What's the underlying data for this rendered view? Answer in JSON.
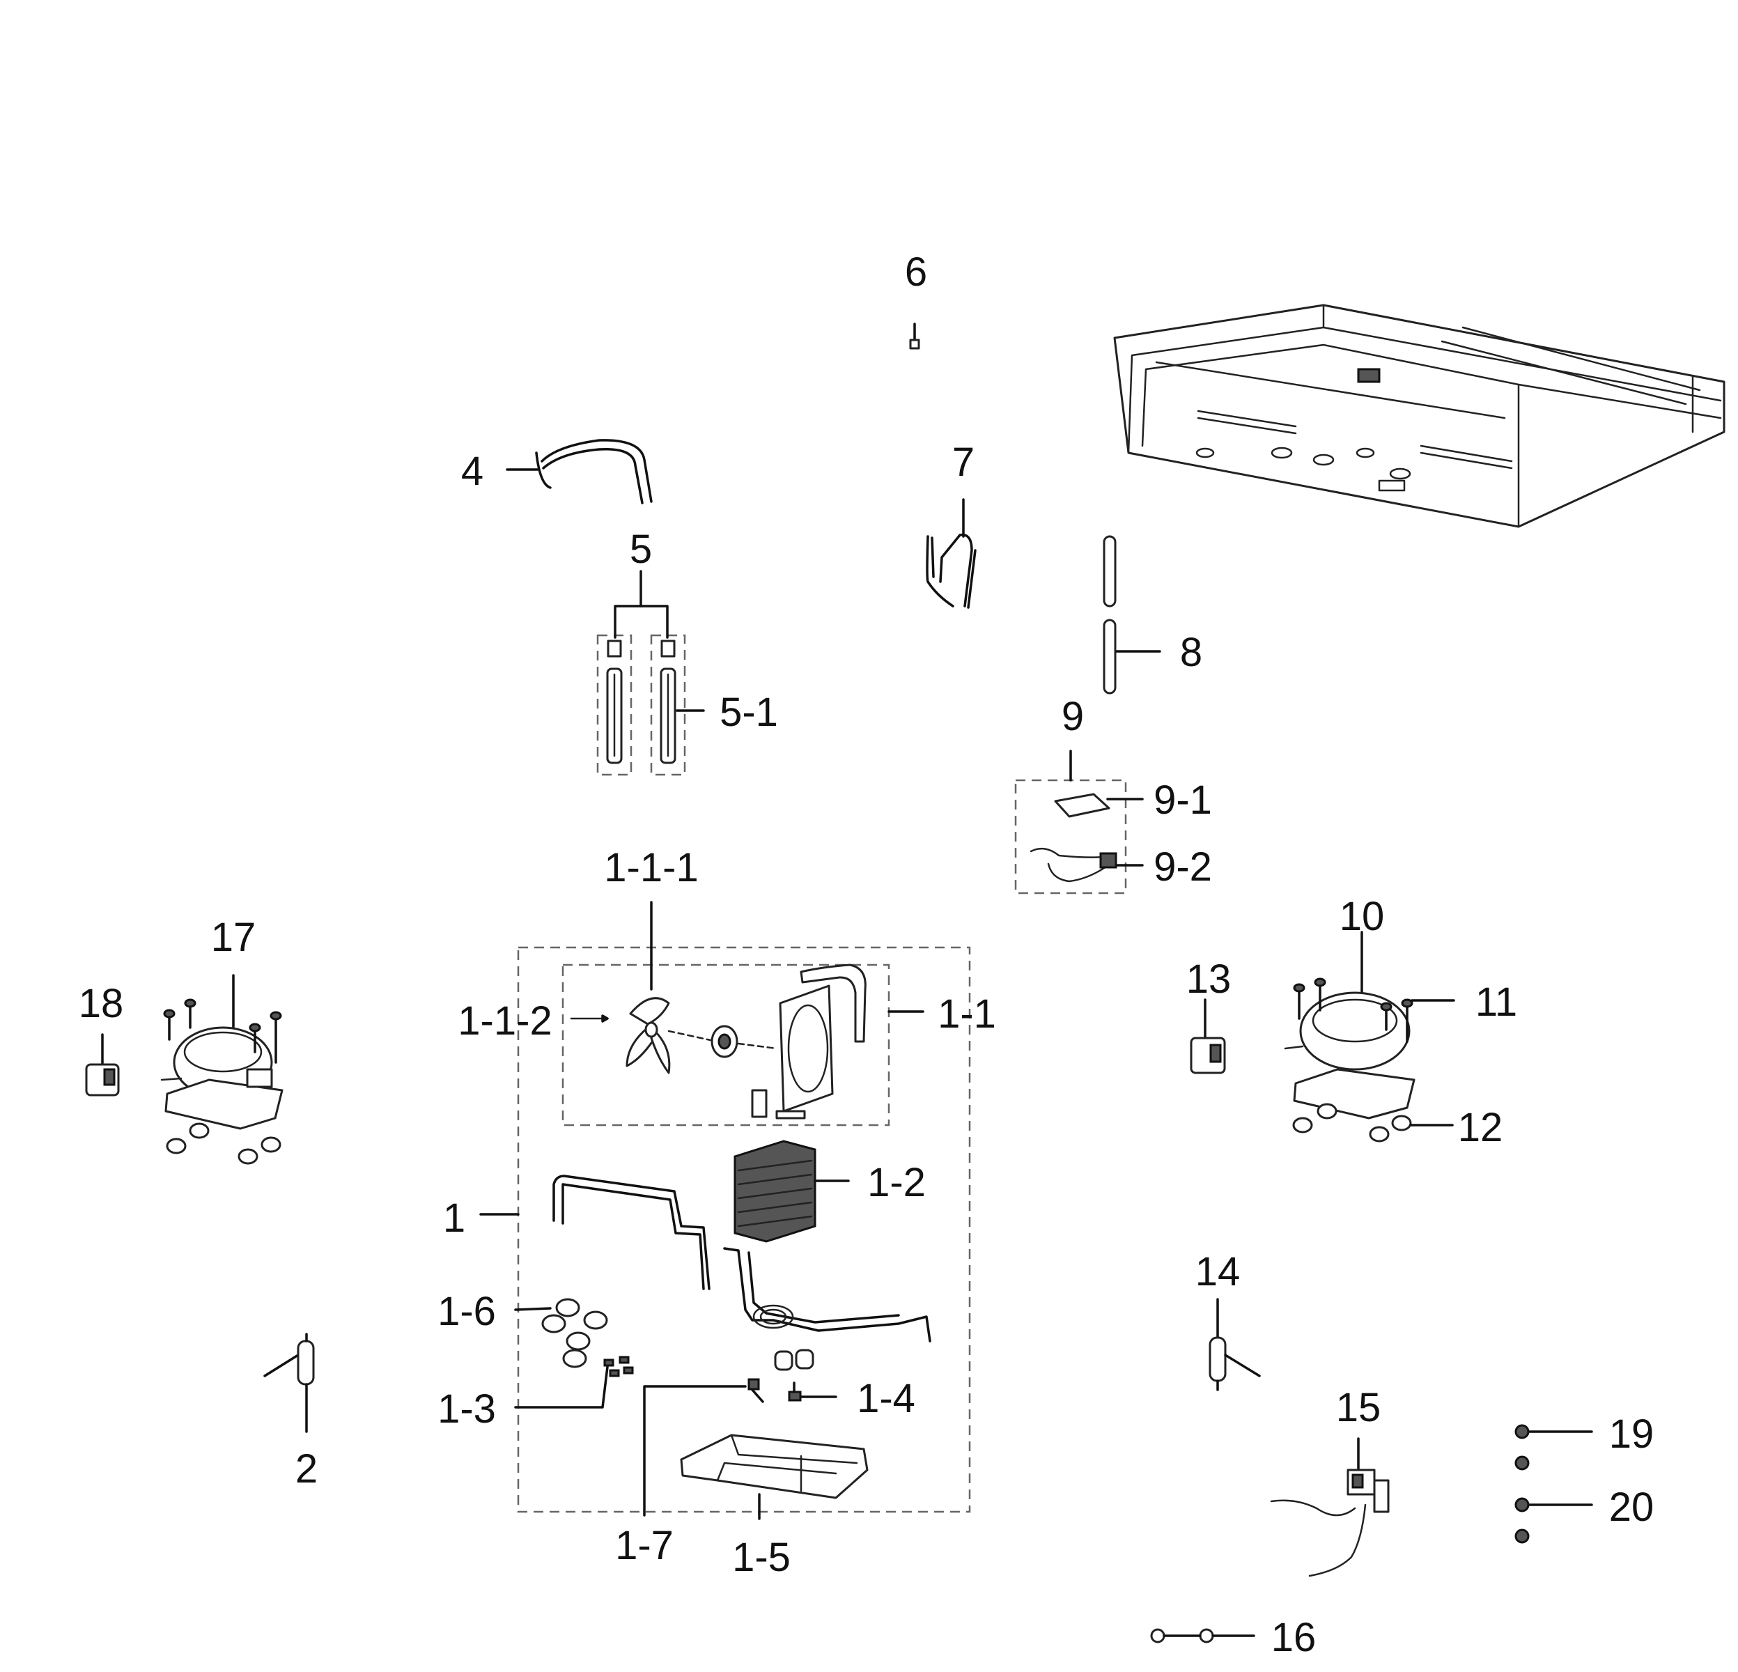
{
  "labels": {
    "p6": "6",
    "p4": "4",
    "p7": "7",
    "p5": "5",
    "p5_1": "5-1",
    "p8": "8",
    "p9": "9",
    "p9_1": "9-1",
    "p9_2": "9-2",
    "p1_1_1": "1-1-1",
    "p1_1_2": "1-1-2",
    "p1_1": "1-1",
    "p17": "17",
    "p18": "18",
    "p10": "10",
    "p13": "13",
    "p11": "11",
    "p12": "12",
    "p1_2": "1-2",
    "p1": "1",
    "p1_6": "1-6",
    "p1_3": "1-3",
    "p1_4": "1-4",
    "p1_7": "1-7",
    "p1_5": "1-5",
    "p2": "2",
    "p14": "14",
    "p15": "15",
    "p19": "19",
    "p20": "20",
    "p16": "16"
  }
}
